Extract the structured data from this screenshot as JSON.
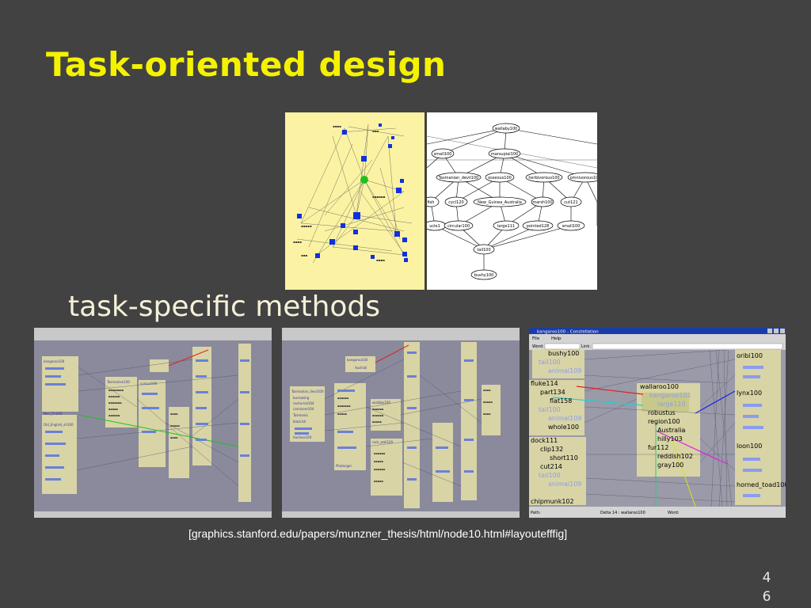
{
  "slide": {
    "title": "Task-oriented design",
    "subtitle": "task-specific methods",
    "caption": "[graphics.stanford.edu/papers/munzner_thesis/html/node10.html#layoutefffig]",
    "page_number_line1": "4",
    "page_number_line2": "6"
  },
  "colors": {
    "background": "#424242",
    "title": "#f5f200",
    "graph_bg": "#fbf3a3",
    "node_blue": "#1030e0",
    "node_green": "#20c020"
  },
  "tree_nodes": {
    "n1": "wallaby100",
    "n2": "small100",
    "n3": "marsupial100",
    "n4": "Tasmanian_devil100",
    "n5": "osseous100",
    "n6": "herbivorous100",
    "n7": "omnivorous100",
    "n8": "fish",
    "n9": "cycl120",
    "n10": "New_Guinea_Australia",
    "n11": "marsh100",
    "n12": "cut121",
    "n13": "ucle1",
    "n14": "circular100",
    "n15": "large111",
    "n16": "pointed128",
    "n17": "small100",
    "n18": "tail100",
    "n19": "bushy100"
  },
  "shot3": {
    "window_title": "kangaroo100 - Constellation",
    "menu_file": "File",
    "menu_help": "Help",
    "field_word": "Word:",
    "field_link": "Link:",
    "status_path": "Path:",
    "status_delta": "Delta 14 : wallaroo100",
    "status_word": "Word:",
    "labels": {
      "bushy": "bushy100",
      "tail1": "tail100",
      "animal1": "animal109",
      "fluke": "fluke114",
      "part": "part134",
      "flat": "flat158",
      "tail2": "tail100",
      "animal2": "animal109",
      "whole": "whole100",
      "dock": "dock111",
      "clip": "clip132",
      "short": "short110",
      "cut": "cut214",
      "tail3": "tail100",
      "animal3": "animal109",
      "chipmunk": "chipmunk102",
      "wallaroo": "wallaroo100",
      "kangaroo": "kangaroo101",
      "large": "large110",
      "robustus": "robustus",
      "region": "region100",
      "australia": "Australia",
      "hilly": "hilly103",
      "fur": "fur112",
      "reddish": "reddish102",
      "gray": "gray100",
      "oribi": "oribi100",
      "lynx": "lynx100",
      "loon": "loon100",
      "toad": "horned_toad100"
    }
  },
  "shot1": {
    "labels": [
      "kangaroo100",
      "Tasmanian100",
      "cuscus100",
      "Old_English_sh100",
      "Nen_Fin200"
    ]
  },
  "shot2": {
    "labels": [
      "kangaroo100",
      "Australi",
      "Tasmanian_devil100",
      "burrowing",
      "nocturnal104",
      "carnivore104",
      "Tasmania",
      "blackish",
      "hairless100",
      "rock_wall100",
      "wallaby100",
      "Phalanger"
    ]
  }
}
